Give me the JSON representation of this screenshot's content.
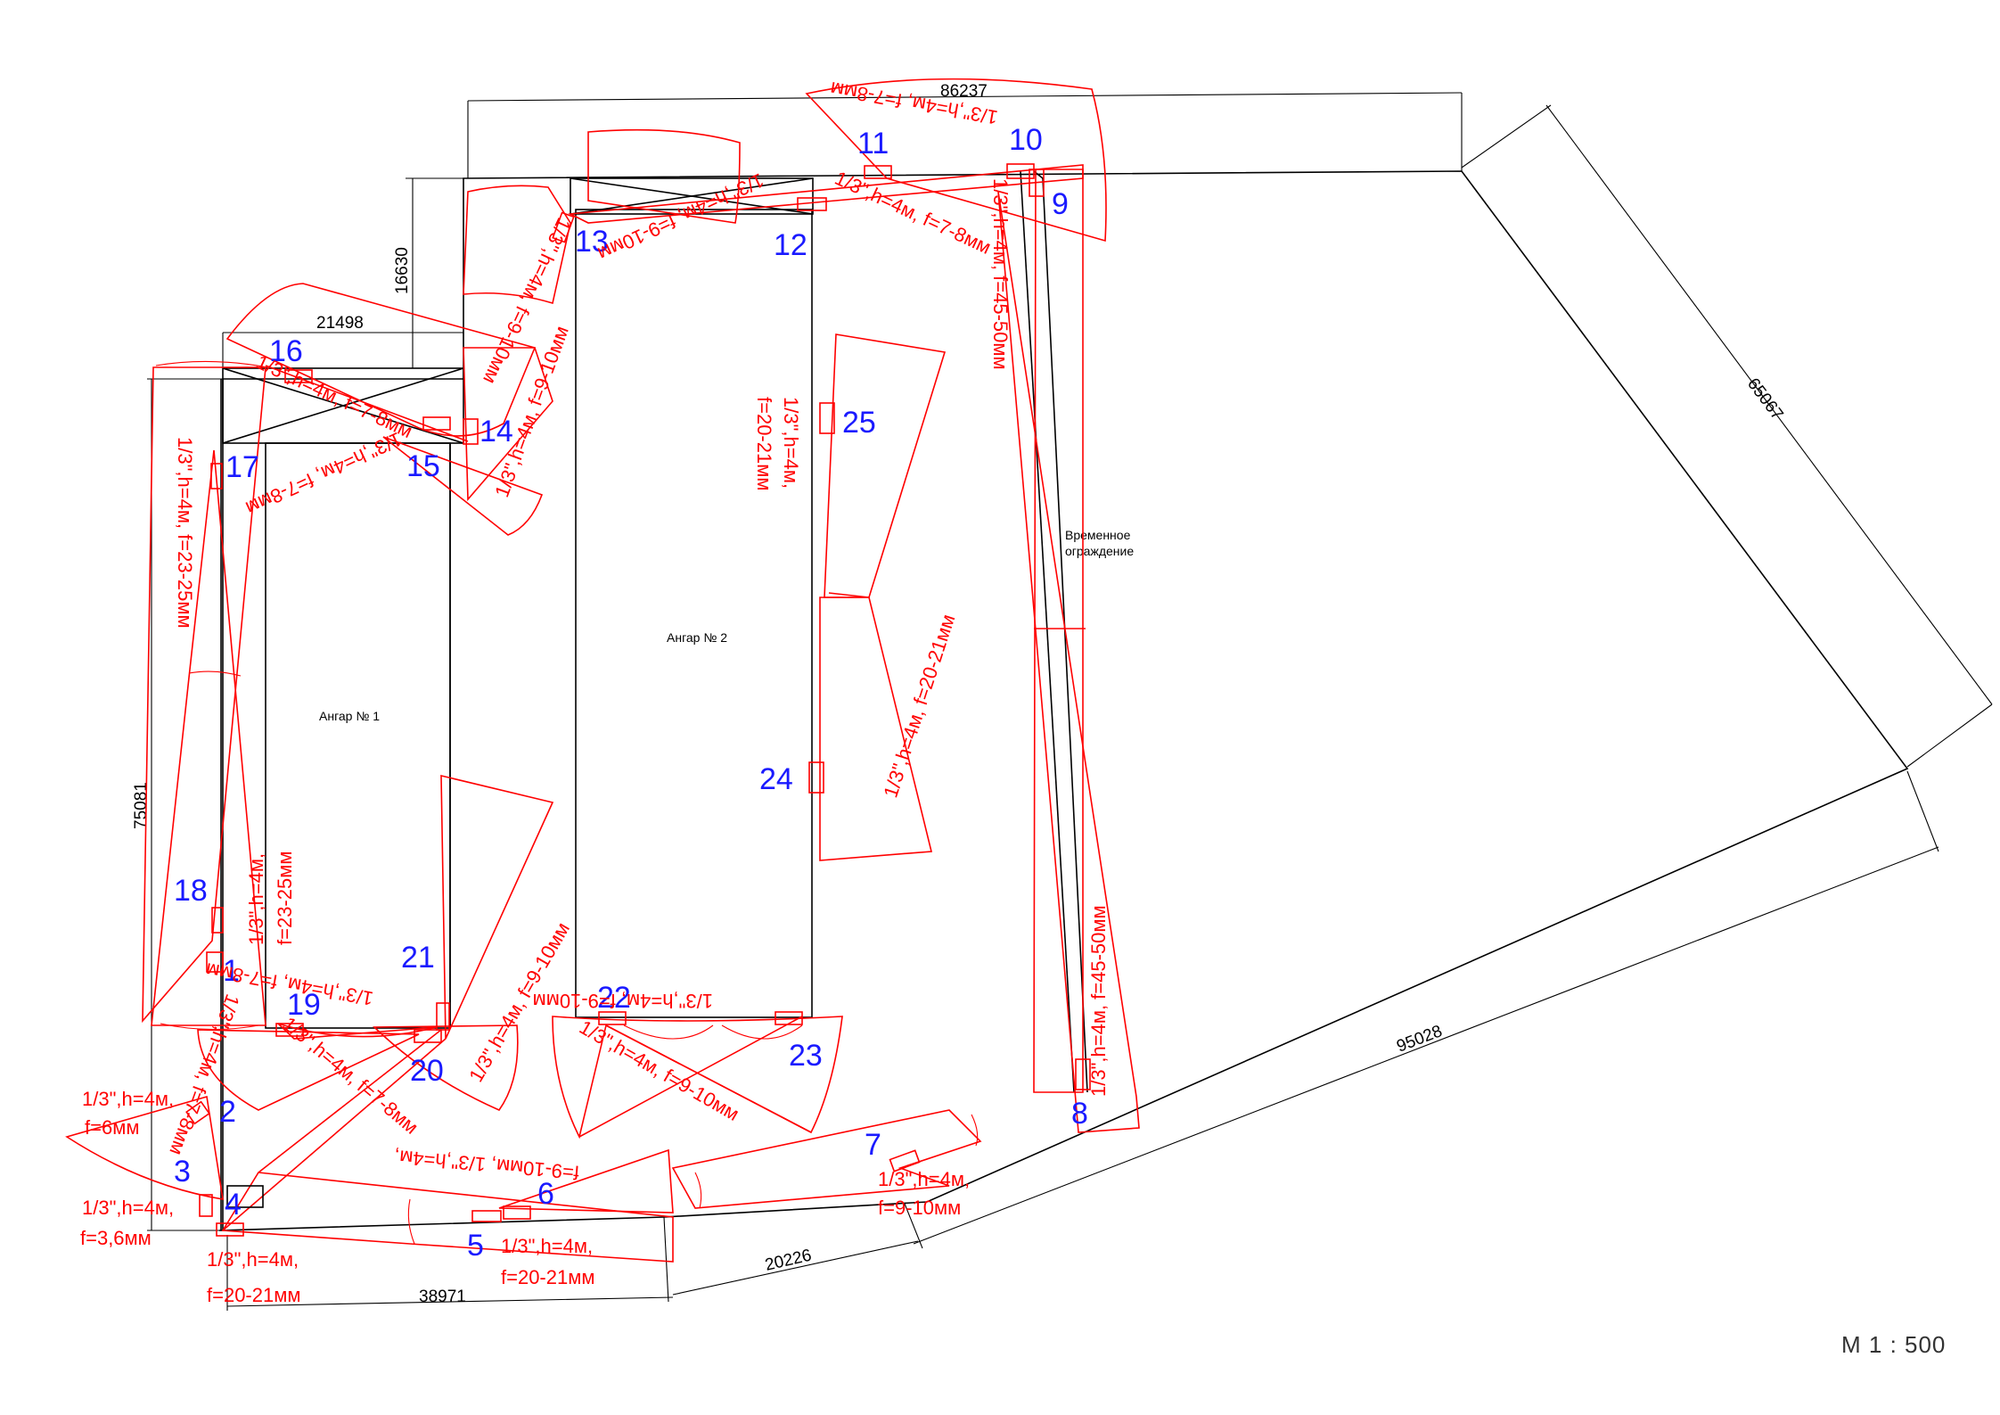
{
  "labels": {
    "hangar1": "Ангар № 1",
    "hangar2": "Ангар № 2",
    "fence": "Временное\nограждение",
    "scale": "М 1 : 500"
  },
  "dimensions": {
    "top_width": "86237",
    "right_diag": "65067",
    "bottom_right": "95028",
    "bottom_left": "38971",
    "bottom_mid": "20226",
    "left_height": "75081",
    "h1_width": "21498",
    "step": "16630"
  },
  "cameras": [
    {
      "num": "1"
    },
    {
      "num": "2"
    },
    {
      "num": "3"
    },
    {
      "num": "4"
    },
    {
      "num": "5"
    },
    {
      "num": "6"
    },
    {
      "num": "7"
    },
    {
      "num": "8"
    },
    {
      "num": "9"
    },
    {
      "num": "10"
    },
    {
      "num": "11"
    },
    {
      "num": "12"
    },
    {
      "num": "13"
    },
    {
      "num": "14"
    },
    {
      "num": "15"
    },
    {
      "num": "16"
    },
    {
      "num": "17"
    },
    {
      "num": "18"
    },
    {
      "num": "19"
    },
    {
      "num": "20"
    },
    {
      "num": "21"
    },
    {
      "num": "22"
    },
    {
      "num": "23"
    },
    {
      "num": "24"
    },
    {
      "num": "25"
    }
  ],
  "specs": {
    "s2a": "1/3\",h=4м,",
    "s2b": "f=6мм",
    "s3a": "1/3\",h=4м,",
    "s3b": "f=3,6мм",
    "s4a": "1/3\",h=4м,",
    "s4b": "f=20-21мм",
    "s5a": "1/3\",h=4м,",
    "s5b": "f=20-21мм",
    "s6": "f=9-10мм, 1/3\",h=4м,",
    "s7a": "1/3\",h=4м,",
    "s7b": "f=9-10мм",
    "s8": "1/3\",h=4м, f=45-50мм",
    "s9": "1/3\",h=4м, f=45-50мм",
    "s10": "1/3\",h=4м, f=7-8мм",
    "s11": "1/3\",h=4м, f=9-10мм",
    "s12": "1/3\",h=4м, f=7-8мм",
    "s13": "1/3\",h=4м, f=9-10мм",
    "s14": "1/3\",h=4м, f=9-10мм",
    "s15": "1/3\",h=4м, f=7-8мм",
    "s16": "1/3\",h=4м, f=7-8мм",
    "s17": "1/3\",h=4м, f=23-25мм",
    "s18a": "1/3\",h=4м,",
    "s18b": "f=23-25мм",
    "s1": "1/3\",h=4м, f=7-8мм",
    "s19": "1/3\",h=4м, f=7-8мм",
    "s20": "1/3\",h=4м, f=9-10мм",
    "s21": "1/3\",h=4м, f=7-8мм",
    "s22": "1/3\",h=4м, f=9-10мм",
    "s23": "1/3\",h=4м, f=9-10мм",
    "s24": "1/3\",h=4м, f=20-21мм",
    "s25a": "1/3\",h=4м,",
    "s25b": "f=20-21мм"
  },
  "colors": {
    "outline": "#000000",
    "camera_zone": "#ff0000",
    "camera_number": "#1a1aff"
  }
}
